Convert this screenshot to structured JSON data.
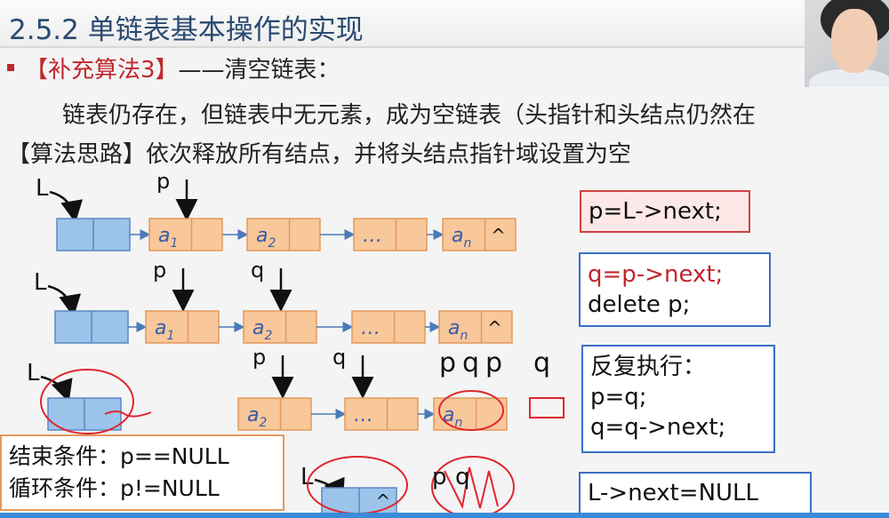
{
  "title": "2.5.2 单链表基本操作的实现",
  "heading": {
    "bracket_label": "【补充算法3】",
    "dash_title": "——清空链表："
  },
  "description": "链表仍存在，但链表中无元素，成为空链表（头指针和头结点仍然在",
  "idea": "【算法思路】依次释放所有结点，并将头结点指针域设置为空",
  "list_rows": [
    {
      "head_label": "L",
      "pointers": [
        "p"
      ],
      "nodes": [
        {
          "letter": "a",
          "sub": "1"
        },
        {
          "letter": "a",
          "sub": "2"
        },
        {
          "letter": "…",
          "sub": ""
        },
        {
          "letter": "a",
          "sub": "n",
          "null_mark": "^"
        }
      ]
    },
    {
      "head_label": "L",
      "pointers": [
        "p",
        "q"
      ],
      "nodes": [
        {
          "letter": "a",
          "sub": "1"
        },
        {
          "letter": "a",
          "sub": "2"
        },
        {
          "letter": "…",
          "sub": ""
        },
        {
          "letter": "a",
          "sub": "n",
          "null_mark": "^"
        }
      ]
    },
    {
      "head_label": "L",
      "pointers": [
        "p",
        "q"
      ],
      "nodes": [
        {
          "letter": "a",
          "sub": "2"
        },
        {
          "letter": "…",
          "sub": ""
        },
        {
          "letter": "a",
          "sub": "n"
        }
      ],
      "handwriting": [
        "p",
        "q",
        "p",
        "q"
      ]
    },
    {
      "head_label": "L",
      "null_mark": "^",
      "handwriting": [
        "p",
        "q"
      ]
    }
  ],
  "code_boxes": {
    "step1": "p=L->next;",
    "step2_red": "q=p->next;",
    "step2": "delete p;",
    "repeat_title": "反复执行：",
    "repeat_line1": "p=q;",
    "repeat_line2": "q=q->next;",
    "final": "L->next=NULL"
  },
  "conditions": {
    "end_label": "结束条件：",
    "end_value": "p==NULL",
    "loop_label": "循环条件：",
    "loop_value": "p!=NULL"
  },
  "colors": {
    "title": "#2b4a6f",
    "accent_red": "#c0272d",
    "head_node_fill": "#9cc3ea",
    "data_node_fill": "#f8c79a",
    "box_blue_border": "#3b6fc4",
    "box_red_border": "#d04040",
    "box_orange_border": "#e39a5a",
    "annotation_red": "#e0262d"
  },
  "icons": [
    "webcam-presenter-image",
    "bullet-square-icon",
    "arrow-icon"
  ]
}
